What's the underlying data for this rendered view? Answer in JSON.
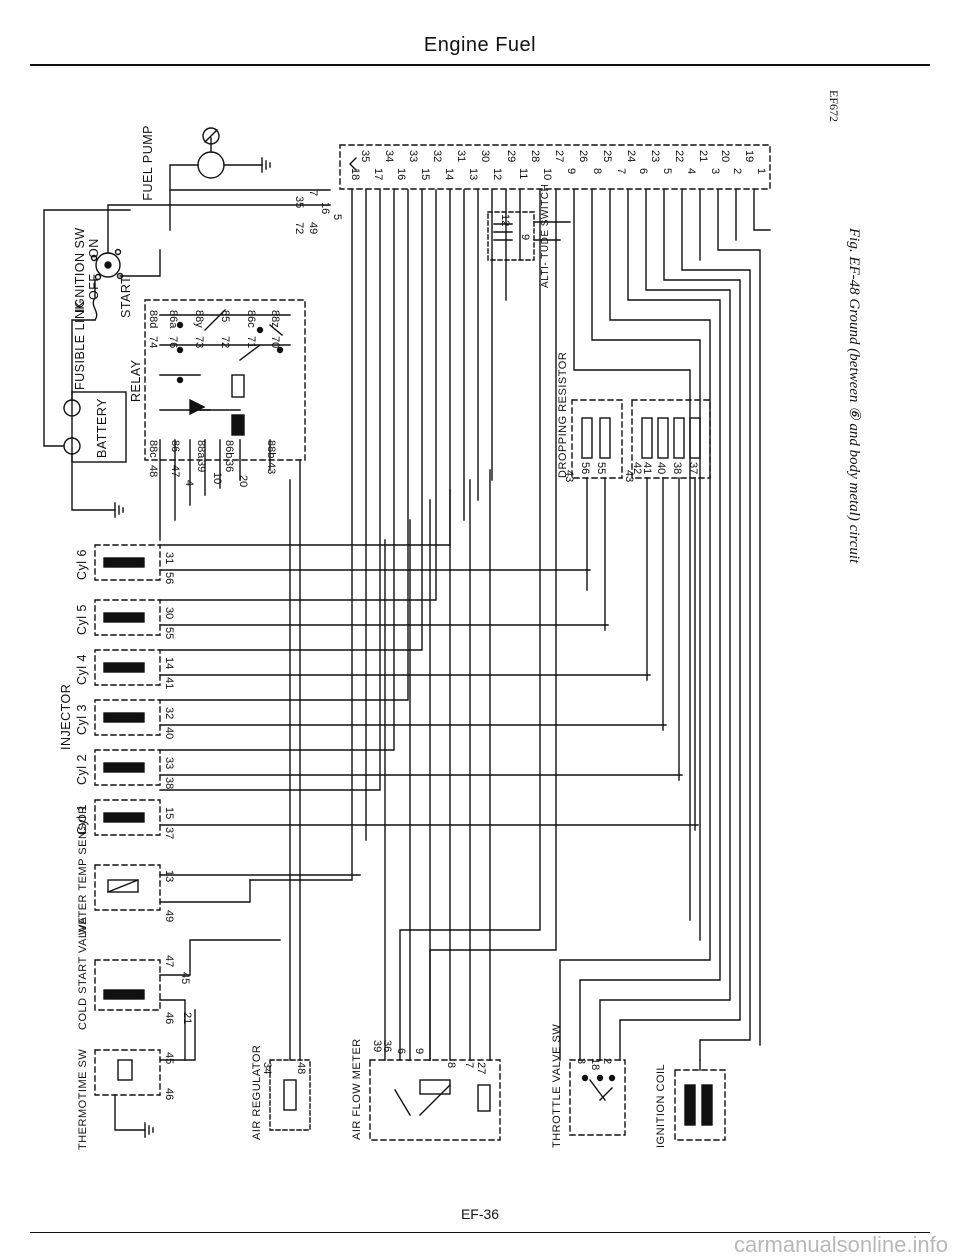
{
  "page": {
    "title": "Engine Fuel",
    "page_number": "EF-36",
    "figure_code": "EF672",
    "figure_caption": "Fig. EF-48 Ground (between ⑥ and body metal) circuit",
    "watermark": "carmanualsonline.info"
  },
  "components": {
    "fuel_pump": "FUEL PUMP",
    "ignition_switch": "IGNITION SW",
    "switch_on": "ON",
    "switch_off": "OFF",
    "switch_start": "START",
    "fusible_link": "FUSIBLE LINK",
    "battery": "BATTERY",
    "relay": "RELAY",
    "altitude_switch": "ALTI- TUDE SWITCH",
    "dropping_resistor": "DROPPING RESISTOR",
    "injector": "INJECTOR",
    "cyl6": "Cyl 6",
    "cyl5": "Cyl 5",
    "cyl4": "Cyl 4",
    "cyl3": "Cyl 3",
    "cyl2": "Cyl 2",
    "cyl1": "Cyl 1",
    "water_temp_sensor": "WATER TEMP SENSOR",
    "cold_start_valve": "COLD START VALVE",
    "thermotime_sw": "THERMOTIME SW",
    "air_regulator": "AIR REGULATOR",
    "air_flow_meter": "AIR FLOW METER",
    "throttle_valve_sw": "THROTTLE VALVE SW",
    "ignition_coil": "IGNITION COIL"
  },
  "connector_pins": {
    "upper_row": [
      "18",
      "35",
      "17",
      "34",
      "16",
      "33",
      "15",
      "32",
      "14",
      "31",
      "13",
      "30",
      "12",
      "29",
      "11",
      "28",
      "10",
      "27",
      "9",
      "26",
      "8",
      "25",
      "7",
      "24",
      "6",
      "23",
      "5",
      "22",
      "4",
      "21",
      "3",
      "20",
      "2",
      "19",
      "1"
    ]
  },
  "terminals": {
    "relay_side": [
      "88d",
      "74",
      "86a",
      "76",
      "88y",
      "73",
      "85",
      "72",
      "86c",
      "71",
      "88z",
      "70"
    ],
    "relay_bottom": [
      "48",
      "88c",
      "47",
      "86",
      "4",
      "39",
      "88a",
      "10",
      "36",
      "86b",
      "20",
      "43",
      "88b"
    ],
    "fuel_pump_side": [
      "35",
      "72",
      "49",
      "7",
      "16",
      "5"
    ],
    "altitude": [
      "12",
      "9"
    ],
    "resistor_left": [
      "43",
      "56",
      "55"
    ],
    "resistor_right": [
      "43",
      "42",
      "41",
      "40",
      "38",
      "37"
    ],
    "cyl6": [
      "31",
      "56"
    ],
    "cyl5": [
      "30",
      "55"
    ],
    "cyl4": [
      "14",
      "41"
    ],
    "cyl3": [
      "32",
      "40"
    ],
    "cyl2": [
      "33",
      "38"
    ],
    "cyl1": [
      "15",
      "37"
    ],
    "water_temp": [
      "13",
      "49"
    ],
    "cold_start": [
      "47",
      "45",
      "46",
      "21"
    ],
    "thermotime": [
      "45",
      "46"
    ],
    "air_regulator": [
      "34",
      "48"
    ],
    "air_flow_meter": [
      "39",
      "36",
      "6",
      "9",
      "8",
      "7",
      "27"
    ],
    "throttle": [
      "3",
      "18",
      "2"
    ]
  },
  "colors": {
    "ink": "#111111",
    "paper": "#ffffff",
    "watermark": "#b8b8b8"
  }
}
